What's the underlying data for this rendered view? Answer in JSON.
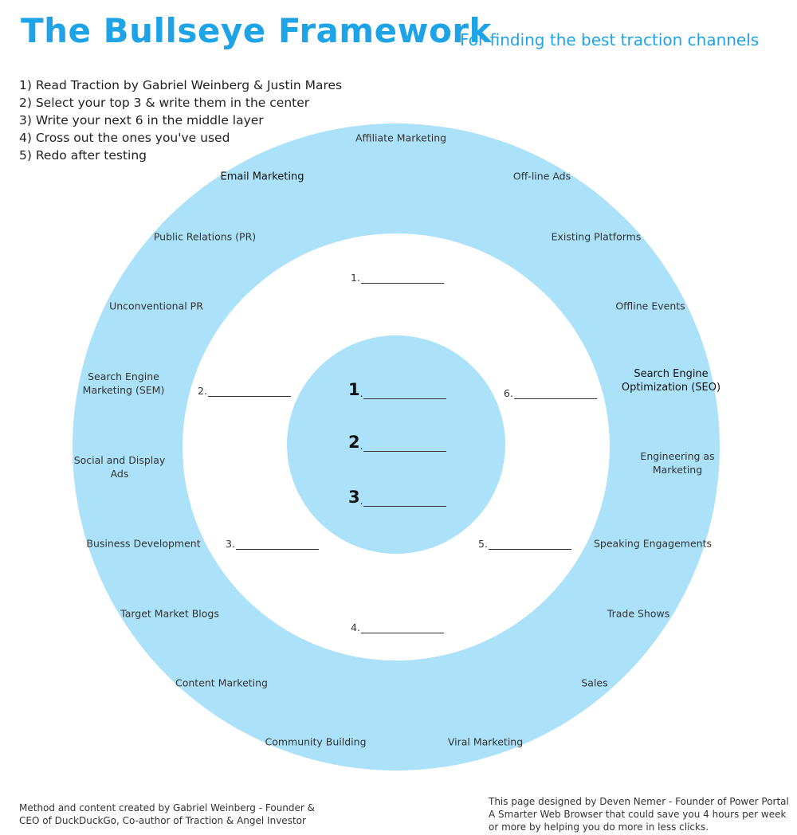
{
  "header": {
    "title": "The Bullseye Framework",
    "subtitle": "For finding the best traction channels"
  },
  "steps": [
    "1) Read Traction by Gabriel Weinberg & Justin Mares",
    "2) Select your top 3 & write them in the center",
    "3) Write your next 6 in the middle layer",
    "4) Cross out the ones you've used",
    "5) Redo after testing"
  ],
  "channels": {
    "affiliate": "Affiliate Marketing",
    "email": "Email Marketing",
    "offline_ads": "Off-line Ads",
    "pr": "Public Relations  (PR)",
    "existing_platforms": "Existing Platforms",
    "unconventional_pr": "Unconventional PR",
    "offline_events": "Offline Events",
    "sem_line1": "Search Engine",
    "sem_line2": "Marketing (SEM)",
    "seo_line1": "Search Engine",
    "seo_line2": "Optimization (SEO)",
    "social_line1": "Social and Display",
    "social_line2": "Ads",
    "engineering_line1": "Engineering as",
    "engineering_line2": "Marketing",
    "business_dev": "Business Development",
    "speaking": "Speaking Engagements",
    "target_blogs": "Target Market Blogs",
    "trade_shows": "Trade Shows",
    "content_marketing": "Content Marketing",
    "sales": "Sales",
    "community": "Community Building",
    "viral": "Viral Marketing"
  },
  "middle_blanks": [
    "1.",
    "2.",
    "3.",
    "4.",
    "5.",
    "6."
  ],
  "center_blanks": [
    "1",
    "2",
    "3"
  ],
  "center_suffix": ".",
  "footer": {
    "left_line1": "Method and content created by Gabriel Weinberg - Founder &",
    "left_line2": "CEO of DuckDuckGo, Co-author of Traction & Angel Investor",
    "right_line1": "This page designed by Deven Nemer - Founder of Power Portal",
    "right_line2": "A Smarter Web Browser that could save you 4 hours per week",
    "right_line3": "or more by helping you do more in less clicks."
  },
  "colors": {
    "title": "#1ea3e6",
    "ring": "#abe2f9",
    "middle": "#ffffff"
  }
}
